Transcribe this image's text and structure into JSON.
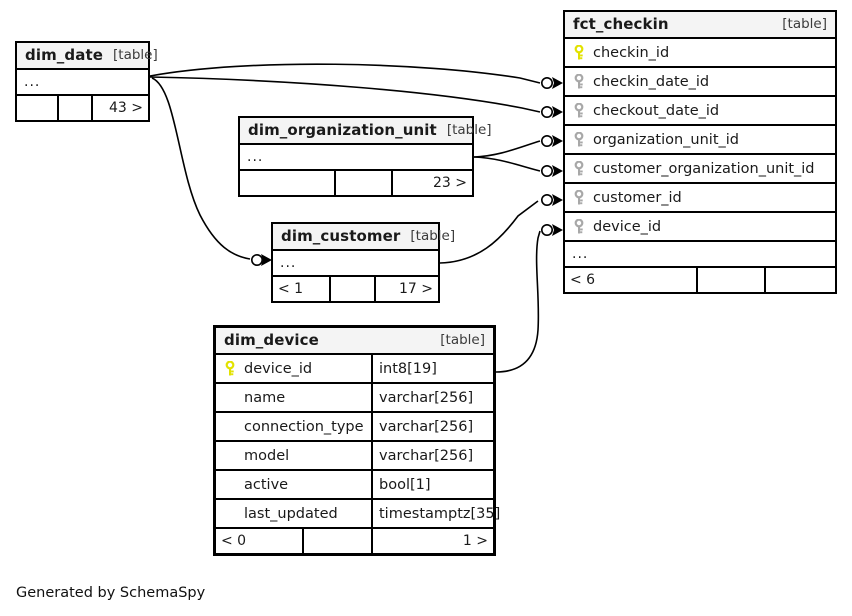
{
  "diagram": {
    "type": "entity-relationship-diagram",
    "generator_credit": "Generated by SchemaSpy",
    "table_tag": "[table]",
    "ellipsis": "...",
    "colors": {
      "background": "#ffffff",
      "table_border": "#000000",
      "header_fill": "#f4f4f4",
      "primary_key_icon": "#e8e800",
      "foreign_key_icon": "#a8a8a8",
      "edge_stroke": "#000000"
    }
  },
  "tables": [
    {
      "id": "dim_date",
      "name": "dim_date",
      "tag": "[table]",
      "focal": false,
      "rows_collapsed": "...",
      "footer": [
        "",
        "",
        "43 >"
      ]
    },
    {
      "id": "dim_organization_unit",
      "name": "dim_organization_unit",
      "tag": "[table]",
      "focal": false,
      "rows_collapsed": "...",
      "footer": [
        "",
        "",
        "23 >"
      ]
    },
    {
      "id": "dim_customer",
      "name": "dim_customer",
      "tag": "[table]",
      "focal": false,
      "rows_collapsed": "...",
      "footer": [
        "< 1",
        "",
        "17 >"
      ]
    },
    {
      "id": "fct_checkin",
      "name": "fct_checkin",
      "tag": "[table]",
      "focal": false,
      "columns": [
        {
          "name": "checkin_id",
          "key": "primary",
          "type": ""
        },
        {
          "name": "checkin_date_id",
          "key": "foreign",
          "type": ""
        },
        {
          "name": "checkout_date_id",
          "key": "foreign",
          "type": ""
        },
        {
          "name": "organization_unit_id",
          "key": "foreign",
          "type": ""
        },
        {
          "name": "customer_organization_unit_id",
          "key": "foreign",
          "type": ""
        },
        {
          "name": "customer_id",
          "key": "foreign",
          "type": ""
        },
        {
          "name": "device_id",
          "key": "foreign",
          "type": ""
        }
      ],
      "rows_collapsed": "...",
      "footer": [
        "< 6",
        "",
        ""
      ]
    },
    {
      "id": "dim_device",
      "name": "dim_device",
      "tag": "[table]",
      "focal": true,
      "columns": [
        {
          "name": "device_id",
          "key": "primary",
          "type": "int8[19]"
        },
        {
          "name": "name",
          "key": "none",
          "type": "varchar[256]"
        },
        {
          "name": "connection_type",
          "key": "none",
          "type": "varchar[256]"
        },
        {
          "name": "model",
          "key": "none",
          "type": "varchar[256]"
        },
        {
          "name": "active",
          "key": "none",
          "type": "bool[1]"
        },
        {
          "name": "last_updated",
          "key": "none",
          "type": "timestamptz[35]"
        }
      ],
      "footer": [
        "< 0",
        "",
        "1 >"
      ]
    }
  ],
  "relationships": [
    {
      "from": "dim_date",
      "to": "fct_checkin.checkin_date_id"
    },
    {
      "from": "dim_date",
      "to": "fct_checkin.checkout_date_id"
    },
    {
      "from": "dim_date",
      "to": "dim_customer"
    },
    {
      "from": "dim_organization_unit",
      "to": "fct_checkin.organization_unit_id"
    },
    {
      "from": "dim_organization_unit",
      "to": "fct_checkin.customer_organization_unit_id"
    },
    {
      "from": "dim_customer",
      "to": "fct_checkin.customer_id"
    },
    {
      "from": "dim_device",
      "to": "fct_checkin.device_id"
    }
  ]
}
